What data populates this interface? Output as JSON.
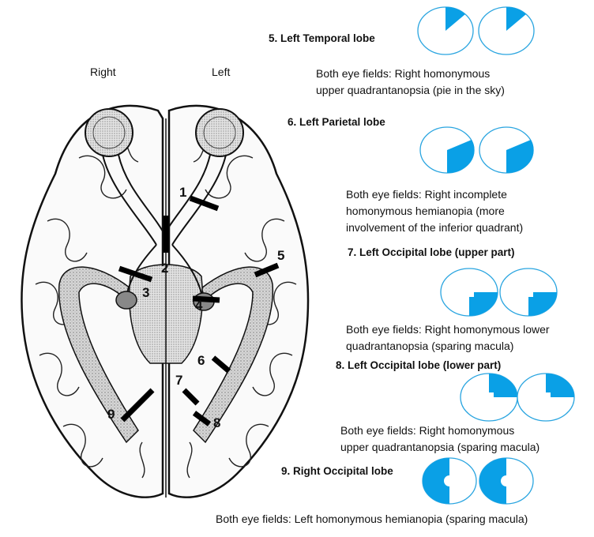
{
  "labels": {
    "right": "Right",
    "left": "Left"
  },
  "lesion_numbers": [
    "1",
    "2",
    "3",
    "4",
    "5",
    "6",
    "7",
    "8",
    "9"
  ],
  "accent_color": "#0aa0e6",
  "sections": [
    {
      "title": "5. Left Temporal lobe",
      "desc_line1": "Both eye fields: Right homonymous",
      "desc_line2": "upper quadrantanopsia (pie in the sky)"
    },
    {
      "title": "6. Left Parietal lobe",
      "desc_line1": "Both eye fields: Right incomplete",
      "desc_line2": "homonymous hemianopia (more",
      "desc_line3": "involvement of the inferior quadrant)"
    },
    {
      "title": "7. Left Occipital lobe (upper part)",
      "desc_line1": "Both eye fields: Right homonymous lower",
      "desc_line2": "quadrantanopsia (sparing macula)"
    },
    {
      "title": "8. Left Occipital lobe (lower part)",
      "desc_line1": "Both eye fields: Right homonymous",
      "desc_line2": "upper quadrantanopsia (sparing macula)"
    },
    {
      "title": "9. Right Occipital lobe",
      "desc_line1": "Both eye fields: Left homonymous hemianopia (sparing macula)"
    }
  ]
}
